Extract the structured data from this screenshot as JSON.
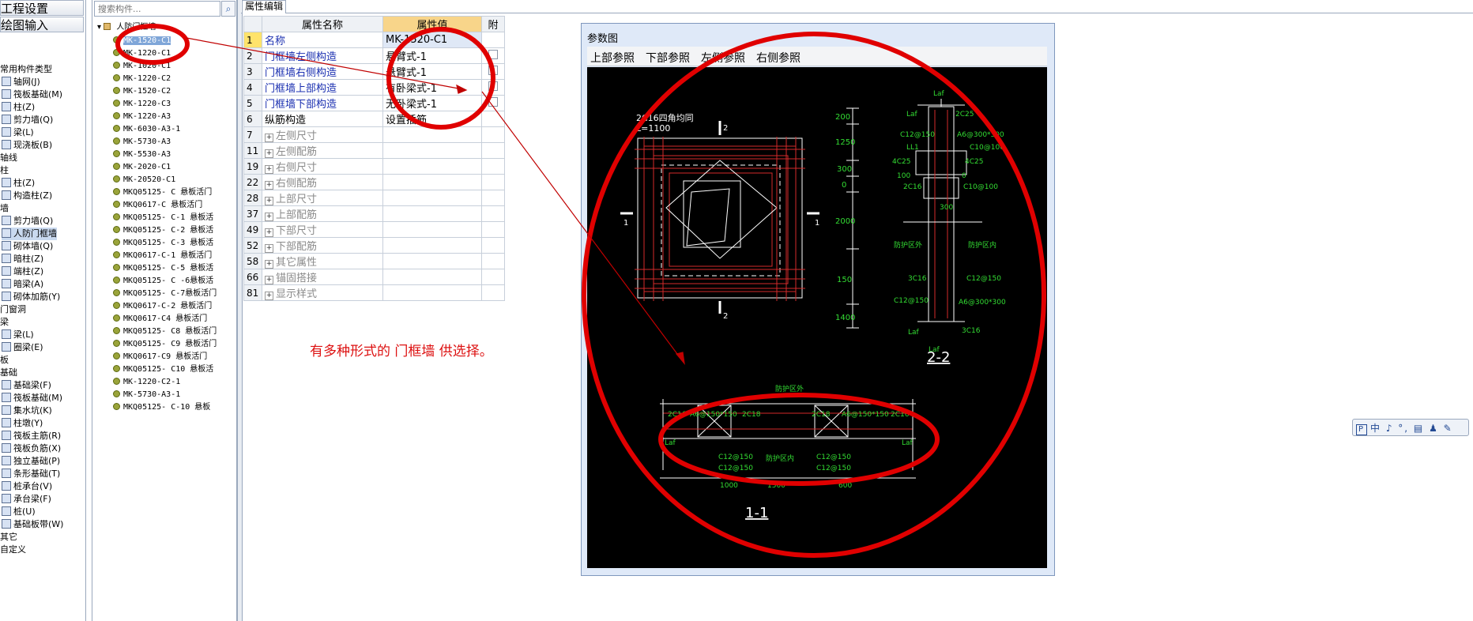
{
  "left_nav": {
    "headers": [
      "工程设置",
      "绘图输入"
    ],
    "items": [
      {
        "label": "常用构件类型",
        "kind": "group"
      },
      {
        "label": "轴网(J)",
        "kind": "item"
      },
      {
        "label": "筏板基础(M)",
        "kind": "item"
      },
      {
        "label": "柱(Z)",
        "kind": "item"
      },
      {
        "label": "剪力墙(Q)",
        "kind": "item"
      },
      {
        "label": "梁(L)",
        "kind": "item"
      },
      {
        "label": "现浇板(B)",
        "kind": "item"
      },
      {
        "label": "轴线",
        "kind": "group"
      },
      {
        "label": "柱",
        "kind": "group"
      },
      {
        "label": "柱(Z)",
        "kind": "item"
      },
      {
        "label": "构造柱(Z)",
        "kind": "item"
      },
      {
        "label": "墙",
        "kind": "group"
      },
      {
        "label": "剪力墙(Q)",
        "kind": "item"
      },
      {
        "label": "人防门框墙",
        "kind": "item",
        "selected": true
      },
      {
        "label": "砌体墙(Q)",
        "kind": "item"
      },
      {
        "label": "暗柱(Z)",
        "kind": "item"
      },
      {
        "label": "端柱(Z)",
        "kind": "item"
      },
      {
        "label": "暗梁(A)",
        "kind": "item"
      },
      {
        "label": "砌体加筋(Y)",
        "kind": "item"
      },
      {
        "label": "门窗洞",
        "kind": "group"
      },
      {
        "label": "梁",
        "kind": "group"
      },
      {
        "label": "梁(L)",
        "kind": "item"
      },
      {
        "label": "圈梁(E)",
        "kind": "item"
      },
      {
        "label": "板",
        "kind": "group"
      },
      {
        "label": "基础",
        "kind": "group"
      },
      {
        "label": "基础梁(F)",
        "kind": "item"
      },
      {
        "label": "筏板基础(M)",
        "kind": "item"
      },
      {
        "label": "集水坑(K)",
        "kind": "item"
      },
      {
        "label": "柱墩(Y)",
        "kind": "item"
      },
      {
        "label": "筏板主筋(R)",
        "kind": "item"
      },
      {
        "label": "筏板负筋(X)",
        "kind": "item"
      },
      {
        "label": "独立基础(P)",
        "kind": "item"
      },
      {
        "label": "条形基础(T)",
        "kind": "item"
      },
      {
        "label": "桩承台(V)",
        "kind": "item"
      },
      {
        "label": "承台梁(F)",
        "kind": "item"
      },
      {
        "label": "桩(U)",
        "kind": "item"
      },
      {
        "label": "基础板带(W)",
        "kind": "item"
      },
      {
        "label": "其它",
        "kind": "group"
      },
      {
        "label": "自定义",
        "kind": "group"
      }
    ]
  },
  "tree": {
    "search_placeholder": "搜索构件...",
    "root_label": "人防门框墙",
    "items": [
      {
        "label": "MK-1520-C1",
        "selected": true
      },
      {
        "label": "MK-1220-C1"
      },
      {
        "label": "MK-1020-C1"
      },
      {
        "label": "MK-1220-C2"
      },
      {
        "label": "MK-1520-C2"
      },
      {
        "label": "MK-1220-C3"
      },
      {
        "label": "MK-1220-A3"
      },
      {
        "label": "MK-6030-A3-1"
      },
      {
        "label": "MK-5730-A3"
      },
      {
        "label": "MK-5530-A3"
      },
      {
        "label": "MK-2020-C1"
      },
      {
        "label": "MK-20520-C1"
      },
      {
        "label": "MKQ05125- C 悬板活门"
      },
      {
        "label": "MKQ0617-C 悬板活门"
      },
      {
        "label": "MKQ05125- C-1 悬板活"
      },
      {
        "label": "MKQ05125- C-2 悬板活"
      },
      {
        "label": "MKQ05125- C-3 悬板活"
      },
      {
        "label": "MKQ0617-C-1 悬板活门"
      },
      {
        "label": "MKQ05125- C-5 悬板活"
      },
      {
        "label": "MKQ05125- C -6悬板活"
      },
      {
        "label": "MKQ05125- C-7悬板活门"
      },
      {
        "label": "MKQ0617-C-2 悬板活门"
      },
      {
        "label": "MKQ0617-C4 悬板活门"
      },
      {
        "label": "MKQ05125- C8 悬板活门"
      },
      {
        "label": "MKQ05125- C9 悬板活门"
      },
      {
        "label": "MKQ0617-C9 悬板活门"
      },
      {
        "label": "MKQ05125- C10 悬板活"
      },
      {
        "label": "MK-1220-C2-1"
      },
      {
        "label": "MK-5730-A3-1"
      },
      {
        "label": "MKQ05125- C-10 悬板"
      }
    ]
  },
  "tab": {
    "label": "属性编辑"
  },
  "props": {
    "headers": {
      "name": "属性名称",
      "value": "属性值",
      "attach": "附"
    },
    "rows": [
      {
        "num": "1",
        "name": "名称",
        "value": "MK-1520-C1",
        "style": "blue",
        "check": false,
        "expand": false,
        "selected": true
      },
      {
        "num": "2",
        "name": "门框墙左侧构造",
        "value": "悬臂式-1",
        "style": "blue",
        "check": true
      },
      {
        "num": "3",
        "name": "门框墙右侧构造",
        "value": "悬臂式-1",
        "style": "blue",
        "check": true
      },
      {
        "num": "4",
        "name": "门框墙上部构造",
        "value": "有卧梁式-1",
        "style": "blue",
        "check": true
      },
      {
        "num": "5",
        "name": "门框墙下部构造",
        "value": "无卧梁式-1",
        "style": "blue",
        "check": true
      },
      {
        "num": "6",
        "name": "纵筋构造",
        "value": "设置插筋",
        "style": "black",
        "check": false
      },
      {
        "num": "7",
        "name": "左侧尺寸",
        "value": "",
        "style": "gray",
        "expand": true
      },
      {
        "num": "11",
        "name": "左侧配筋",
        "value": "",
        "style": "gray",
        "expand": true
      },
      {
        "num": "19",
        "name": "右侧尺寸",
        "value": "",
        "style": "gray",
        "expand": true
      },
      {
        "num": "22",
        "name": "右侧配筋",
        "value": "",
        "style": "gray",
        "expand": true
      },
      {
        "num": "28",
        "name": "上部尺寸",
        "value": "",
        "style": "gray",
        "expand": true
      },
      {
        "num": "37",
        "name": "上部配筋",
        "value": "",
        "style": "gray",
        "expand": true
      },
      {
        "num": "49",
        "name": "下部尺寸",
        "value": "",
        "style": "gray",
        "expand": true
      },
      {
        "num": "52",
        "name": "下部配筋",
        "value": "",
        "style": "gray",
        "expand": true
      },
      {
        "num": "58",
        "name": "其它属性",
        "value": "",
        "style": "gray",
        "expand": true
      },
      {
        "num": "66",
        "name": "锚固搭接",
        "value": "",
        "style": "gray",
        "expand": true
      },
      {
        "num": "81",
        "name": "显示样式",
        "value": "",
        "style": "gray",
        "expand": true
      }
    ]
  },
  "annotation": "有多种形式的 门框墙 供选择。",
  "param_dialog": {
    "title": "参数图",
    "menu": [
      "上部参照",
      "下部参照",
      "左侧参照",
      "右侧参照"
    ],
    "drawing": {
      "elevation_note_1": "2C16四角均同",
      "elevation_note_2": "L=1100",
      "cut_label_1": "1",
      "cut_label_2": "2",
      "dims_vertical": [
        "200",
        "1250",
        "300",
        "0",
        "2000",
        "150",
        "1400"
      ],
      "section_22": {
        "title": "2-2",
        "labels": [
          "Laf",
          "Laf",
          "2C25",
          "C12@150",
          "A6@300*300",
          "LL1",
          "C10@100",
          "4C25",
          "4C25",
          "100",
          "0",
          "2C16",
          "C10@100",
          "300",
          "防护区外",
          "防护区内",
          "3C16",
          "C12@150",
          "C12@150",
          "A6@300*300",
          "Laf",
          "3C16",
          "Laf"
        ]
      },
      "section_11": {
        "title": "1-1",
        "labels": [
          "防护区外",
          "2C16",
          "A6@150*150",
          "2C18",
          "2C18",
          "A6@150*150",
          "2C16",
          "Laf",
          "Laf",
          "C12@150",
          "防护区内",
          "C12@150",
          "C12@150",
          "C12@150",
          "1000",
          "1500",
          "600"
        ]
      }
    }
  },
  "ime_toolbar": "中 ♪ °, ▤ ♟ ✎",
  "colors": {
    "annotation": "#dd1111",
    "circle": "#e00000",
    "cad_bg": "#000000",
    "cad_red": "#d42a2a",
    "cad_green": "#33dd33",
    "cad_white": "#ffffff"
  }
}
